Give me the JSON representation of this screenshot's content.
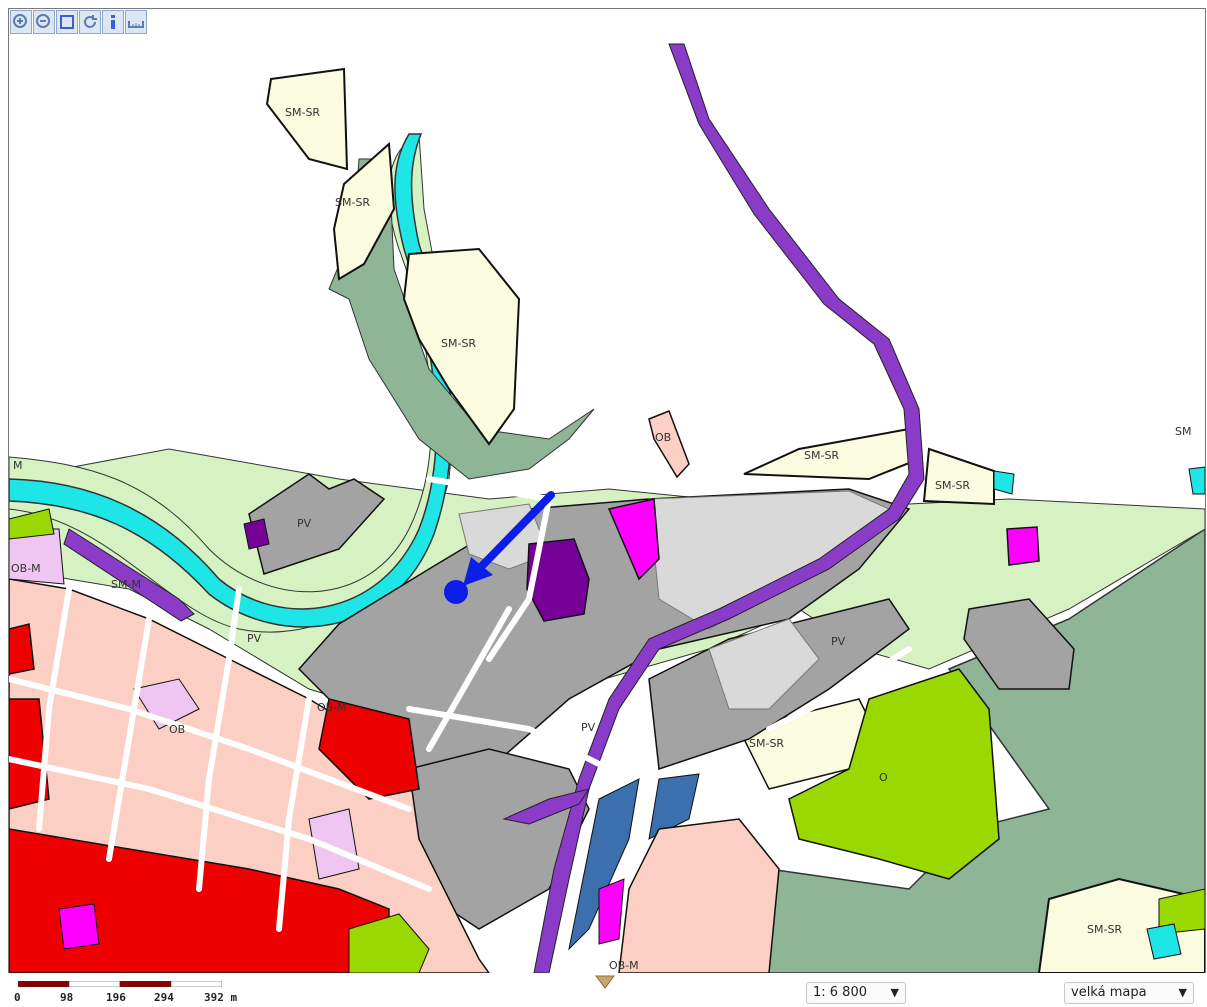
{
  "toolbar": {
    "tools": [
      {
        "name": "zoom-in-icon",
        "glyph": "+"
      },
      {
        "name": "zoom-out-icon",
        "glyph": "−"
      },
      {
        "name": "zoom-box-icon",
        "glyph": "□"
      },
      {
        "name": "refresh-icon",
        "glyph": "↻"
      },
      {
        "name": "info-icon",
        "glyph": "i"
      },
      {
        "name": "measure-icon",
        "glyph": "⊔"
      }
    ]
  },
  "map": {
    "zone_labels": [
      "SM-SR",
      "SM-SR",
      "SM-SR",
      "OB",
      "SM-SR",
      "SM-SR",
      "SM",
      "M",
      "PV",
      "OB-M",
      "SM-M",
      "PV",
      "OB-M",
      "OB",
      "PV",
      "PV",
      "SM-SR",
      "O",
      "SM-SR",
      "OB-M"
    ],
    "colors": {
      "water": "#1fe6e6",
      "railway": "#8a3cc8",
      "industrial": "#a3a3a3",
      "residential_sm": "#fbfbe0",
      "greenery": "#d6f2c2",
      "forest": "#8db596",
      "mixed": "#fbcfc3",
      "center": "#ee0000",
      "magenta": "#ff00ff",
      "purple": "#770099",
      "lime": "#99d800",
      "blue": "#3b6fae",
      "pointer": "#0a1ee8"
    }
  },
  "scale_bar": {
    "ticks": [
      "0",
      "98",
      "196",
      "294",
      "392 m"
    ]
  },
  "scale_select": {
    "value": "1: 6 800",
    "caret": "▼"
  },
  "mode_select": {
    "value": "velká mapa",
    "caret": "▼"
  }
}
